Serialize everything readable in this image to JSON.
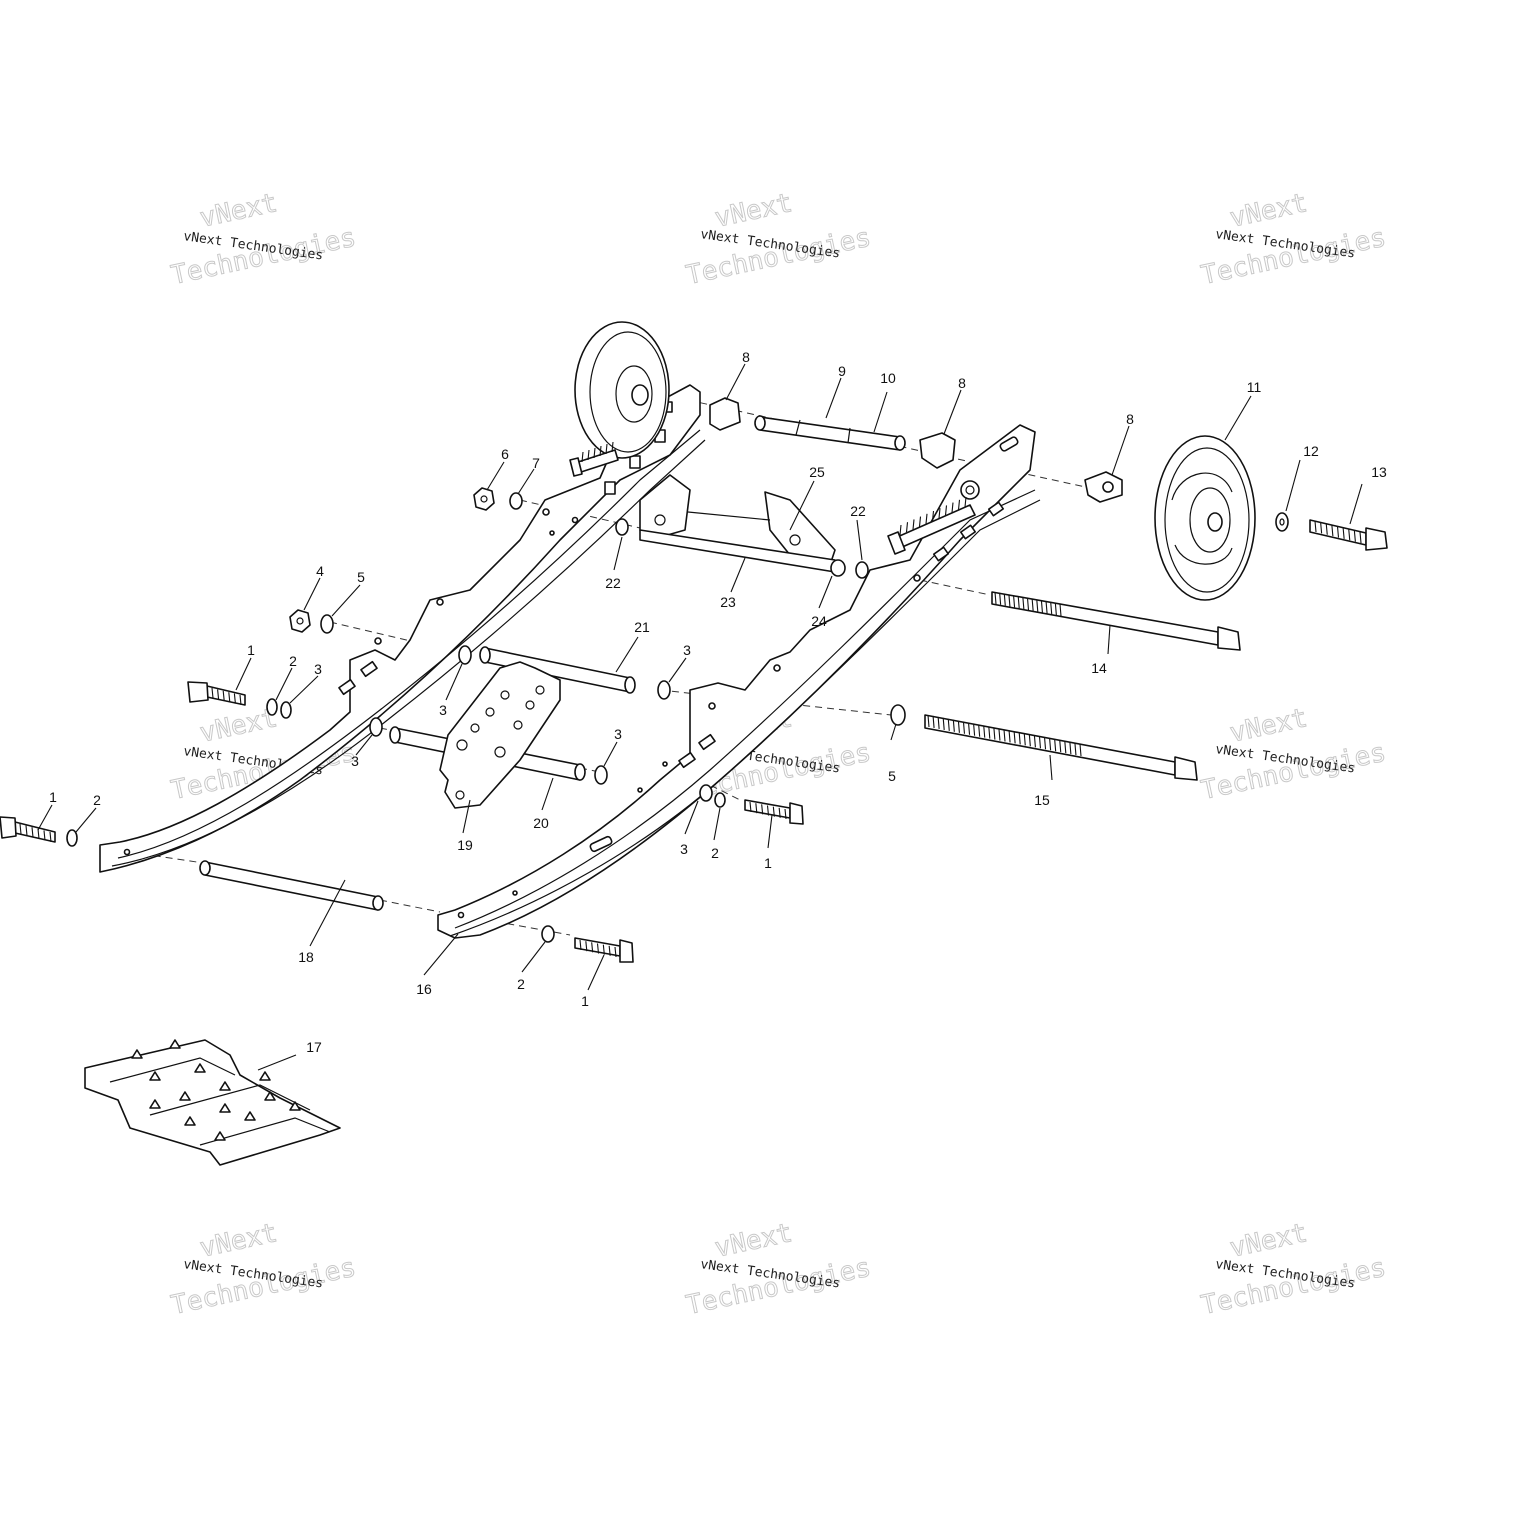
{
  "callouts": [
    {
      "text": "1"
    },
    {
      "text": "1"
    },
    {
      "text": "1"
    },
    {
      "text": "1"
    },
    {
      "text": "2"
    },
    {
      "text": "2"
    },
    {
      "text": "2"
    },
    {
      "text": "2"
    },
    {
      "text": "3"
    },
    {
      "text": "3"
    },
    {
      "text": "3"
    },
    {
      "text": "3"
    },
    {
      "text": "3"
    },
    {
      "text": "3"
    },
    {
      "text": "4"
    },
    {
      "text": "5"
    },
    {
      "text": "5"
    },
    {
      "text": "6"
    },
    {
      "text": "7"
    },
    {
      "text": "8"
    },
    {
      "text": "8"
    },
    {
      "text": "8"
    },
    {
      "text": "9"
    },
    {
      "text": "10"
    },
    {
      "text": "11"
    },
    {
      "text": "12"
    },
    {
      "text": "13"
    },
    {
      "text": "14"
    },
    {
      "text": "15"
    },
    {
      "text": "16"
    },
    {
      "text": "17"
    },
    {
      "text": "18"
    },
    {
      "text": "19"
    },
    {
      "text": "20"
    },
    {
      "text": "21"
    },
    {
      "text": "22"
    },
    {
      "text": "22"
    },
    {
      "text": "23"
    },
    {
      "text": "24"
    },
    {
      "text": "25"
    }
  ],
  "watermark": {
    "top_line": "vNext",
    "middle_line": "vNext Technologies",
    "bottom_line": "Technologies"
  }
}
